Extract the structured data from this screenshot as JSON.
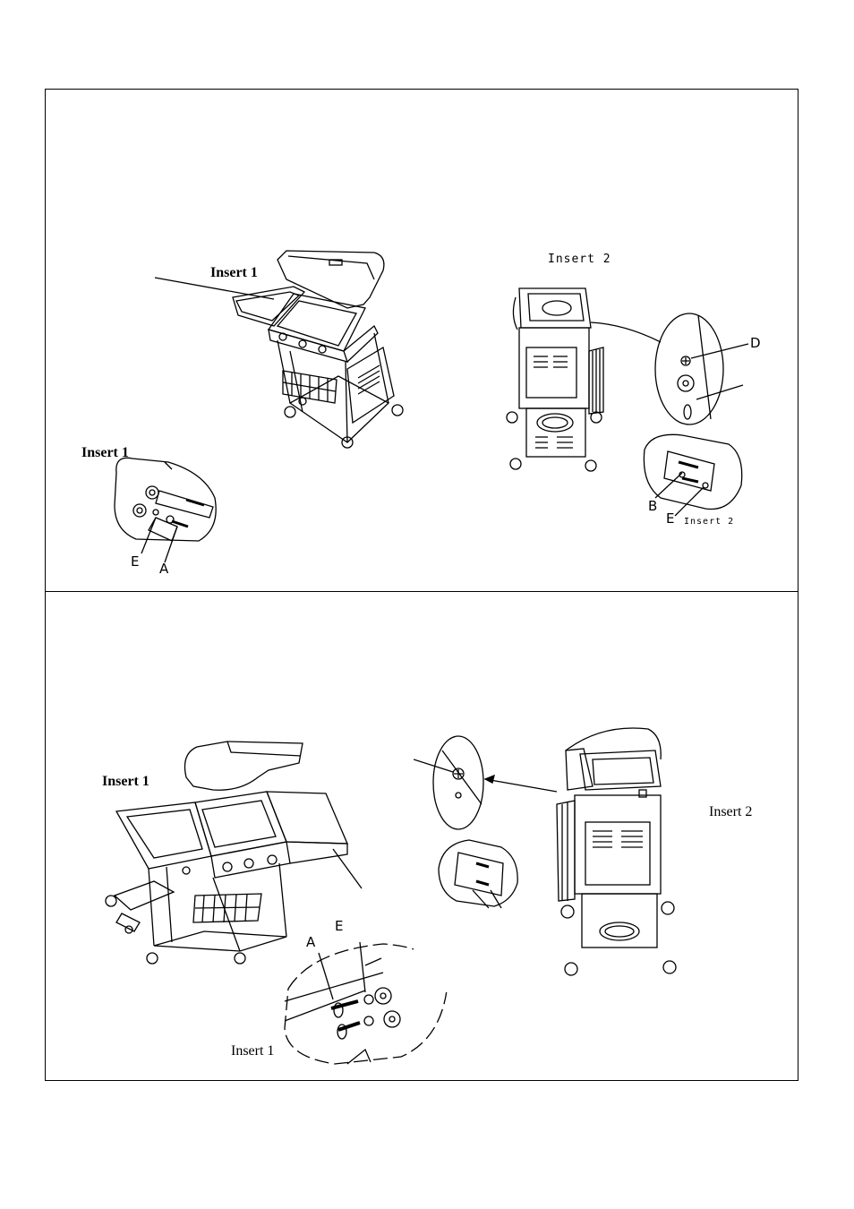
{
  "step1": {
    "left_figure": {
      "insert_label_top": "Insert 1",
      "insert_label_detail": "Insert 1",
      "part_e": "E",
      "part_a": "A"
    },
    "right_figure": {
      "insert_label_top": "Insert 2",
      "part_d": "D",
      "part_b": "B",
      "part_e": "E",
      "insert_label_detail": "Insert 2"
    }
  },
  "step2": {
    "left_figure": {
      "insert_label_top": "Insert 1",
      "part_a": "A",
      "part_e": "E",
      "insert_label_detail": "Insert 1"
    },
    "right_figure": {
      "insert_label_side": "Insert 2"
    }
  }
}
